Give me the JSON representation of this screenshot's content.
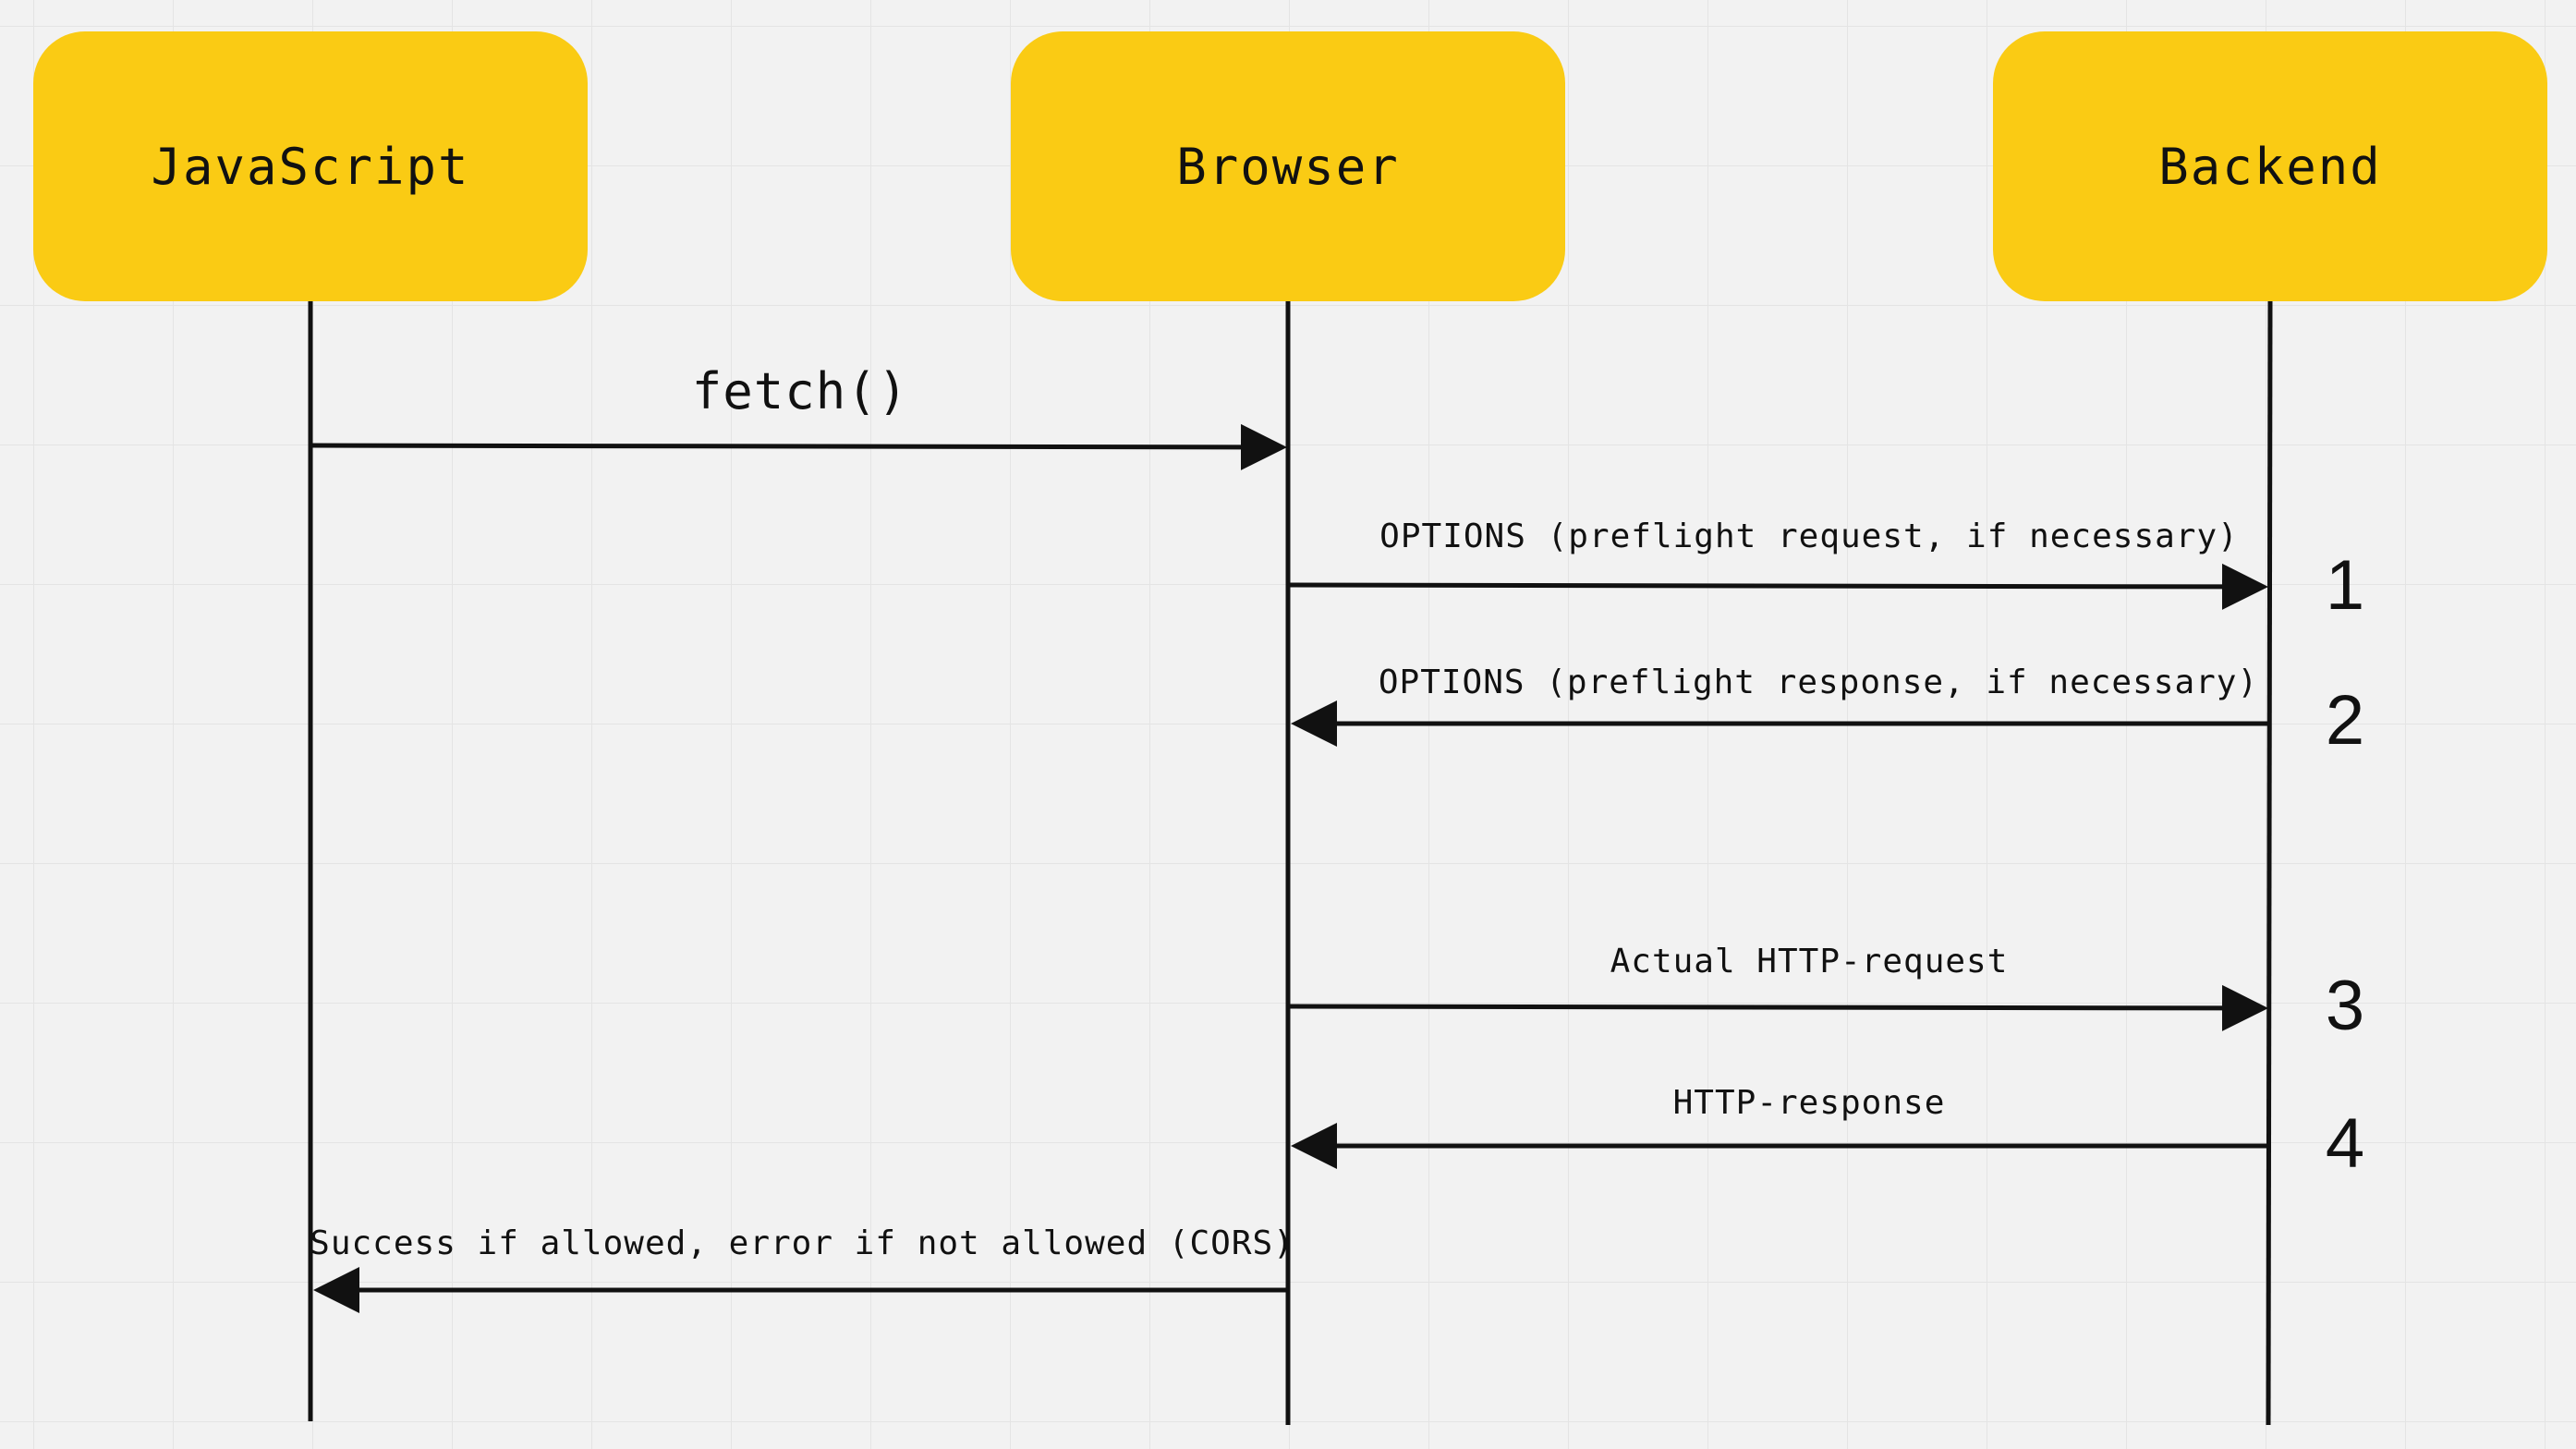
{
  "actors": {
    "javascript": "JavaScript",
    "browser": "Browser",
    "backend": "Backend"
  },
  "messages": {
    "fetch": "fetch()",
    "preflight_request": "OPTIONS (preflight request, if necessary)",
    "preflight_response": "OPTIONS (preflight response, if necessary)",
    "actual_request": "Actual HTTP-request",
    "http_response": "HTTP-response",
    "result": "Success if allowed, error if not allowed (CORS)"
  },
  "steps": {
    "step1": "1",
    "step2": "2",
    "step3": "3",
    "step4": "4"
  },
  "colors": {
    "actor_fill": "#facb14",
    "line": "#111111",
    "background": "#f2f2f2"
  }
}
